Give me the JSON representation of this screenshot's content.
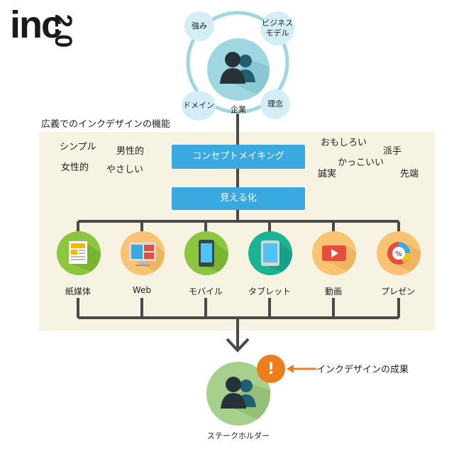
{
  "logo": {
    "main": "inc",
    "version": "2.0"
  },
  "company": {
    "center_label": "企業",
    "satellites": [
      {
        "id": "strength",
        "label": "強み"
      },
      {
        "id": "business-model",
        "label": "ビジネス\nモデル"
      },
      {
        "id": "domain",
        "label": "ドメイン"
      },
      {
        "id": "philosophy",
        "label": "理念"
      }
    ]
  },
  "section_title": "広義でのインクデザインの機能",
  "left_words": [
    "シンプル",
    "男性的",
    "女性的",
    "やさしい"
  ],
  "right_words": [
    "おもしろい",
    "派手",
    "かっこいい",
    "誠実",
    "先端"
  ],
  "process": {
    "concept": "コンセプトメイキング",
    "visualize": "見える化"
  },
  "media": [
    {
      "id": "paper",
      "label": "紙媒体",
      "color": "#8cc63f"
    },
    {
      "id": "web",
      "label": "Web",
      "color": "#f8c471"
    },
    {
      "id": "mobile",
      "label": "モバイル",
      "color": "#8cc63f"
    },
    {
      "id": "tablet",
      "label": "タブレット",
      "color": "#1ab394"
    },
    {
      "id": "video",
      "label": "動画",
      "color": "#f8c471"
    },
    {
      "id": "presentation",
      "label": "プレゼン",
      "color": "#f8c471"
    }
  ],
  "result": {
    "badge": "!",
    "label": "インクデザインの成果",
    "stakeholder": "ステークホルダー"
  },
  "colors": {
    "accent_blue": "#3aa9e0",
    "orange": "#ec7e1d",
    "teal_ring": "#9fd6e0",
    "band": "#f7f3e3"
  }
}
